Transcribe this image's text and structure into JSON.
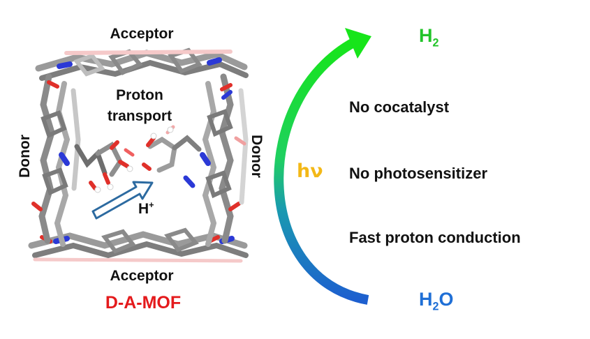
{
  "structure": {
    "top_label": "Acceptor",
    "bottom_label": "Acceptor",
    "left_label": "Donor",
    "right_label": "Donor",
    "center_label_line1": "Proton",
    "center_label_line2": "transport",
    "proton_label": "H",
    "proton_charge": "+",
    "framework_name": "D-A-MOF"
  },
  "reaction": {
    "product": "H",
    "product_sub": "2",
    "reactant": "H",
    "reactant_sub": "2",
    "reactant_tail": "O",
    "light": "hν"
  },
  "features": [
    "No cocatalyst",
    "No photosensitizer",
    "Fast proton conduction"
  ],
  "colors": {
    "framework_name": "#e41a1c",
    "product": "#22c42a",
    "reactant": "#1f6fd6",
    "light": "#f3b817",
    "arrow_top": "#17e51a",
    "arrow_bottom": "#1d5fcf",
    "proton_arrow": "#2c6aa0"
  }
}
